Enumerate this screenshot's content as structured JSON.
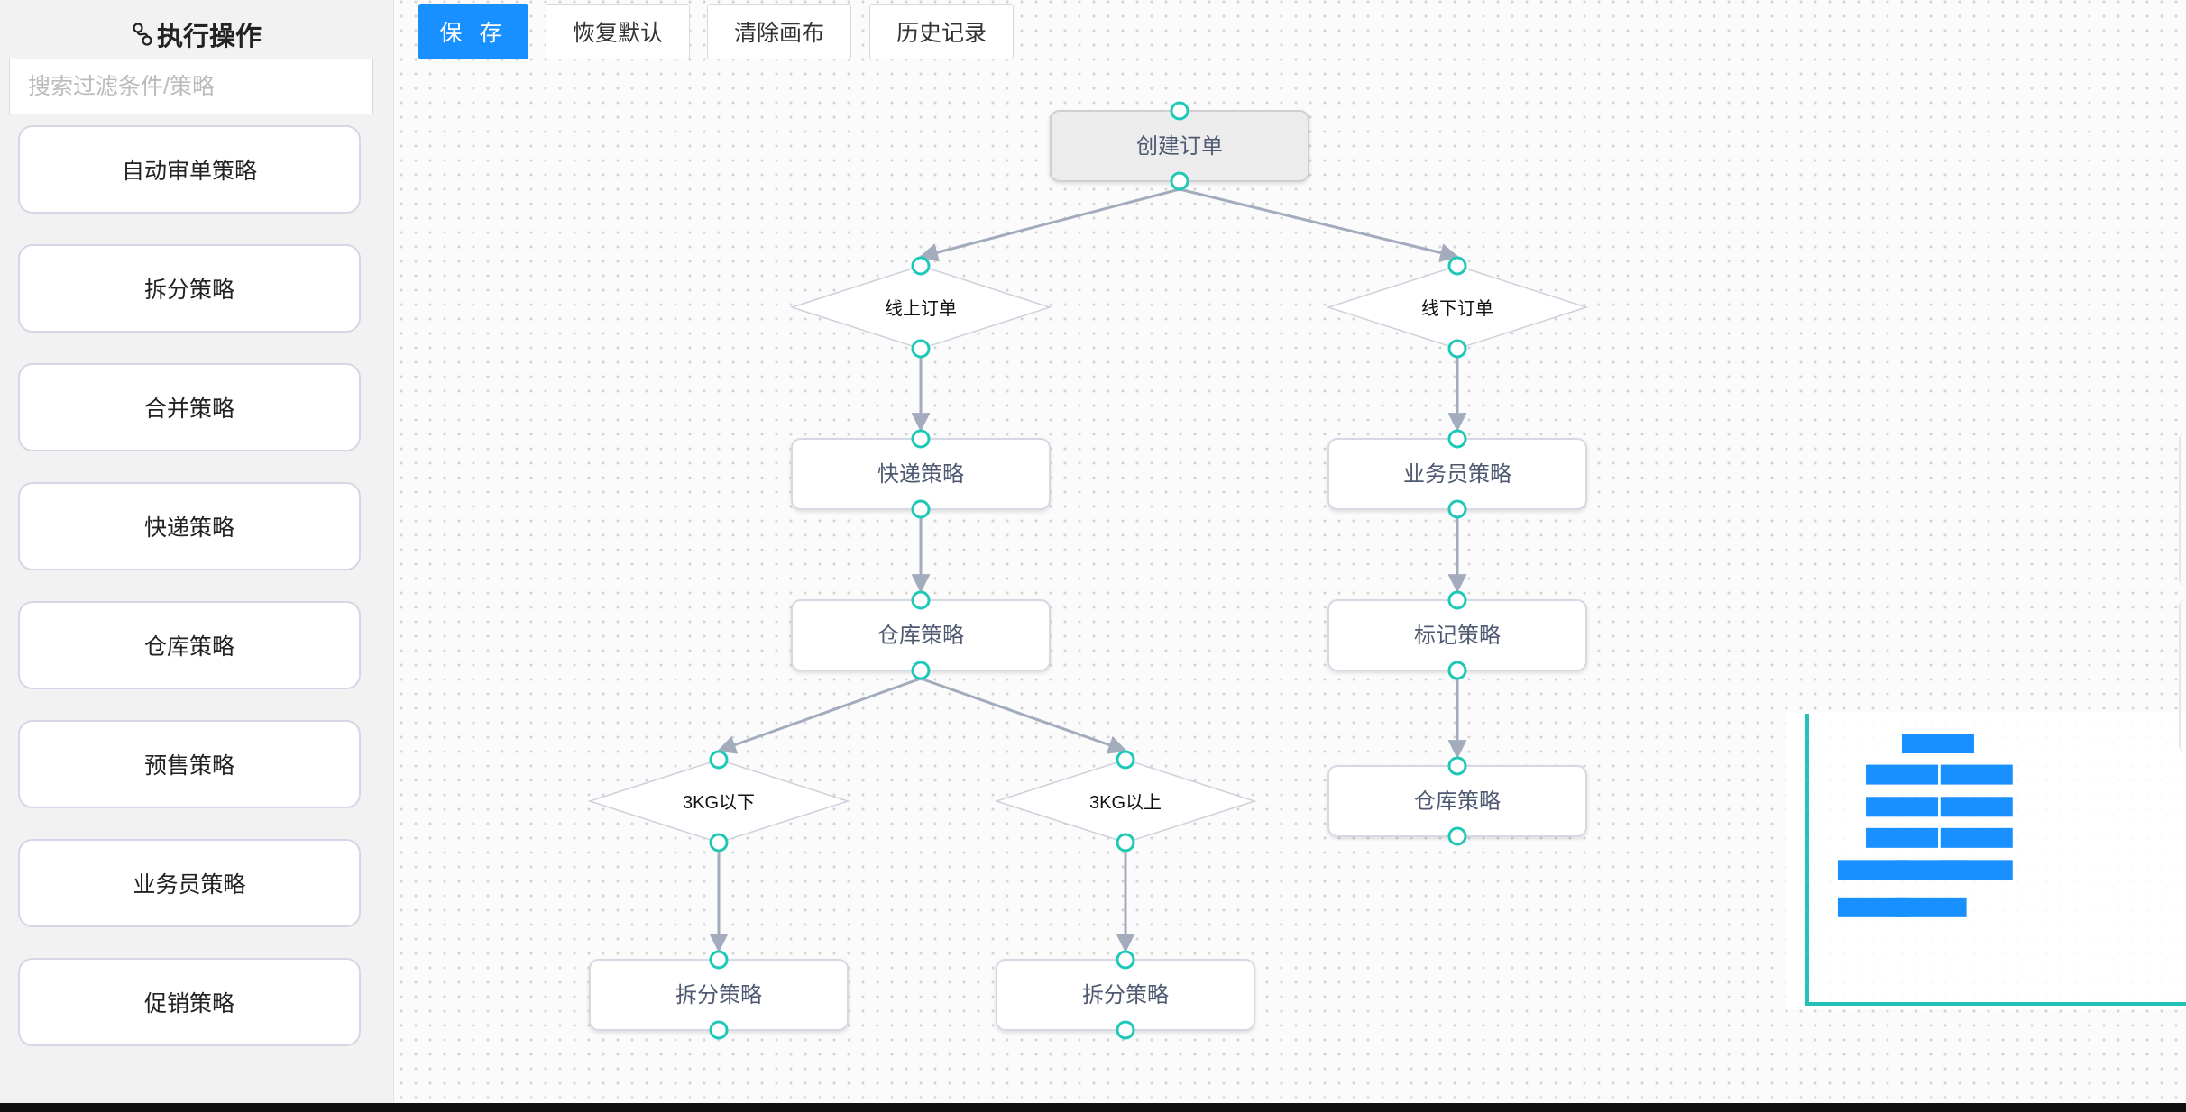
{
  "sidebar": {
    "title": "执行操作",
    "title_icon": "flow-icon",
    "search_placeholder": "搜索过滤条件/策略",
    "items": [
      "自动审单策略",
      "拆分策略",
      "合并策略",
      "快递策略",
      "仓库策略",
      "预售策略",
      "业务员策略",
      "促销策略"
    ]
  },
  "toolbar": {
    "save": "保 存",
    "restore": "恢复默认",
    "clear": "清除画布",
    "history": "历史记录"
  },
  "flow": {
    "nodes": [
      {
        "id": "create",
        "type": "rect",
        "label": "创建订单",
        "highlight": true
      },
      {
        "id": "online",
        "type": "diamond",
        "label": "线上订单"
      },
      {
        "id": "offline",
        "type": "diamond",
        "label": "线下订单"
      },
      {
        "id": "express",
        "type": "rect",
        "label": "快递策略"
      },
      {
        "id": "sales",
        "type": "rect",
        "label": "业务员策略"
      },
      {
        "id": "warehouse1",
        "type": "rect",
        "label": "仓库策略"
      },
      {
        "id": "mark",
        "type": "rect",
        "label": "标记策略"
      },
      {
        "id": "below3",
        "type": "diamond",
        "label": "3KG以下"
      },
      {
        "id": "above3",
        "type": "diamond",
        "label": "3KG以上"
      },
      {
        "id": "warehouse2",
        "type": "rect",
        "label": "仓库策略"
      },
      {
        "id": "split1",
        "type": "rect",
        "label": "拆分策略"
      },
      {
        "id": "split2",
        "type": "rect",
        "label": "拆分策略"
      }
    ],
    "edges": [
      [
        "create",
        "online"
      ],
      [
        "create",
        "offline"
      ],
      [
        "online",
        "express"
      ],
      [
        "offline",
        "sales"
      ],
      [
        "express",
        "warehouse1"
      ],
      [
        "sales",
        "mark"
      ],
      [
        "warehouse1",
        "below3"
      ],
      [
        "warehouse1",
        "above3"
      ],
      [
        "mark",
        "warehouse2"
      ],
      [
        "below3",
        "split1"
      ],
      [
        "above3",
        "split2"
      ]
    ]
  },
  "colors": {
    "primary": "#1890ff",
    "port": "#1ec8b6",
    "edge": "#a3acbd",
    "minimap_node": "#1890ff",
    "minimap_frame": "#22c3b6"
  }
}
